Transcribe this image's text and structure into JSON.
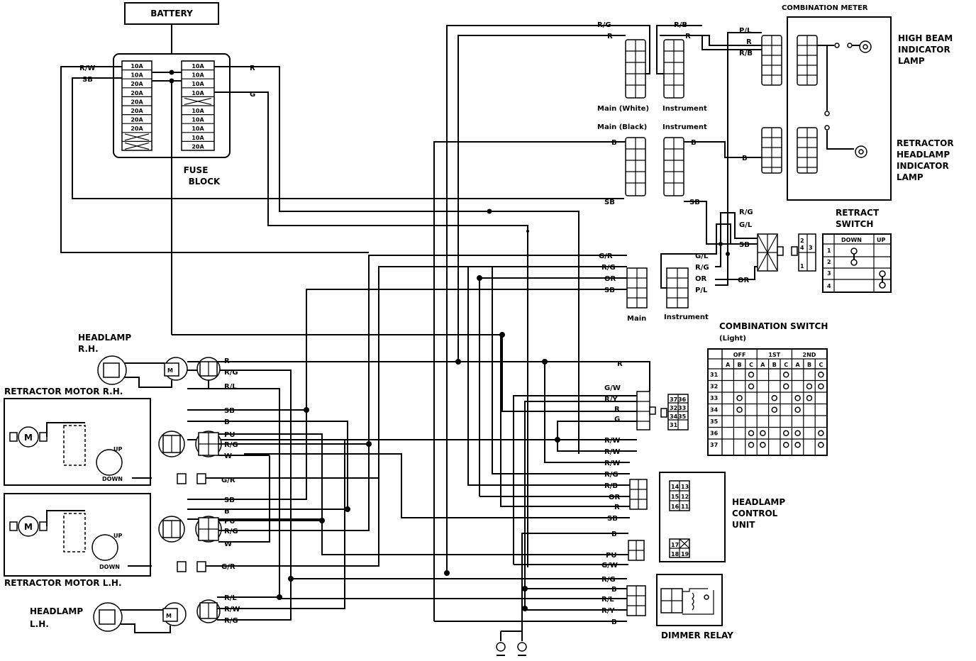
{
  "battery": "BATTERY",
  "fuse_block": {
    "label_line1": "FUSE",
    "label_line2": "BLOCK",
    "left_column": [
      "10A",
      "10A",
      "20A",
      "20A",
      "20A",
      "20A",
      "20A",
      "20A",
      "",
      ""
    ],
    "right_column": [
      "10A",
      "10A",
      "10A",
      "10A",
      "",
      "10A",
      "10A",
      "10A",
      "10A",
      "20A"
    ],
    "wires_left": [
      "R/W",
      "SB"
    ],
    "wires_right": [
      "R",
      "G"
    ]
  },
  "connectors": {
    "main_white": "Main (White)",
    "instrument_1": "Instrument",
    "main_black": "Main (Black)",
    "instrument_2": "Instrument",
    "main": "Main",
    "instrument_3": "Instrument"
  },
  "combination_meter": {
    "title": "COMBINATION METER",
    "high_beam": [
      "HIGH BEAM",
      "INDICATOR",
      "LAMP"
    ],
    "retractor": [
      "RETRACTOR",
      "HEADLAMP",
      "INDICATOR",
      "LAMP"
    ]
  },
  "retract_switch": {
    "title_line1": "RETRACT",
    "title_line2": "SWITCH",
    "headers": [
      "DOWN",
      "UP"
    ],
    "rows": [
      "1",
      "2",
      "3",
      "4"
    ],
    "conn_pins": [
      "2",
      "4",
      "3",
      "1"
    ]
  },
  "combination_switch": {
    "title": "COMBINATION SWITCH",
    "subtitle": "(Light)",
    "groups": [
      "OFF",
      "1ST",
      "2ND"
    ],
    "cols": [
      "A",
      "B",
      "C",
      "A",
      "B",
      "C",
      "A",
      "B",
      "C"
    ],
    "rows": [
      "31",
      "32",
      "33",
      "34",
      "35",
      "36",
      "37"
    ],
    "conn_pins": [
      "37",
      "36",
      "32",
      "33",
      "34",
      "35",
      "31"
    ]
  },
  "headlamp_control": {
    "title": [
      "HEADLAMP",
      "CONTROL",
      "UNIT"
    ],
    "pins_a": [
      "14",
      "13",
      "15",
      "12",
      "16",
      "11"
    ],
    "pins_b": [
      "17",
      "18",
      "19"
    ]
  },
  "dimmer_relay": "DIMMER RELAY",
  "headlamp_rh": [
    "HEADLAMP",
    "R.H."
  ],
  "headlamp_lh": [
    "HEADLAMP",
    "L.H."
  ],
  "retractor_rh": "RETRACTOR MOTOR R.H.",
  "retractor_lh": "RETRACTOR MOTOR L.H.",
  "motor_labels": {
    "m": "M",
    "up": "UP",
    "down": "DOWN"
  },
  "wire_labels": {
    "top_main": [
      "R/G",
      "R"
    ],
    "top_instr": [
      "R/B",
      "R"
    ],
    "meter_in": [
      "P/L",
      "R",
      "R/B"
    ],
    "main_black_b": "B",
    "instr_b": "B",
    "meter_b": "B",
    "sb_1": "SB",
    "sb_2": "SB",
    "sw_left": [
      "R/G",
      "G/L",
      "SB"
    ],
    "main_conn": [
      "G/R",
      "R/G",
      "OR",
      "SB"
    ],
    "instr_conn": [
      "G/L",
      "R/G",
      "OR",
      "P/L"
    ],
    "sw_or": "OR",
    "rh_lamp": [
      "R",
      "R/G",
      "R/L"
    ],
    "rh_motor": [
      "SB",
      "B",
      "PU",
      "R/G",
      "W"
    ],
    "rh_gr": "G/R",
    "lh_motor": [
      "SB",
      "B",
      "PU",
      "R/G",
      "W"
    ],
    "lh_gr": "G/R",
    "lh_lamp": [
      "R/L",
      "R/W",
      "R/G"
    ],
    "r_right": "R",
    "cs_conn": [
      "G/W",
      "R/Y",
      "R",
      "G"
    ],
    "rw_pair": [
      "R/W",
      "R/W"
    ],
    "hcu_conn": [
      "R/W",
      "R/G",
      "R/B",
      "OR",
      "R",
      "SB"
    ],
    "hcu_b": [
      "B",
      "PU",
      "G/W"
    ],
    "dimmer_conn": [
      "R/G",
      "B",
      "R/L",
      "R/Y",
      "B"
    ]
  }
}
